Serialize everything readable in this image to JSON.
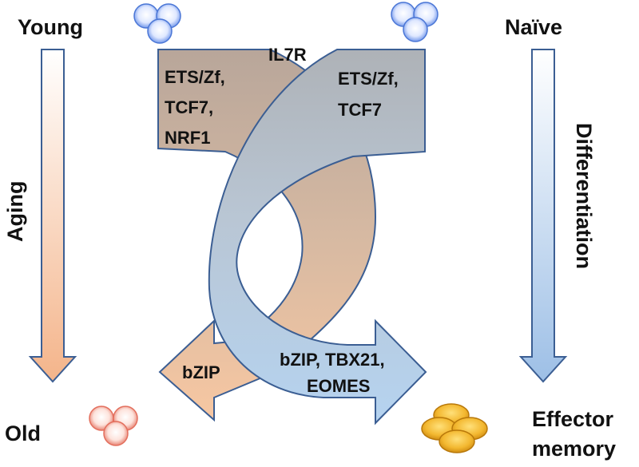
{
  "corners": {
    "top_left": "Young",
    "top_right": "Naïve",
    "bottom_left": "Old",
    "bottom_right_line1": "Effector",
    "bottom_right_line2": "memory"
  },
  "axes": {
    "left_label": "Aging",
    "right_label": "Differentiation"
  },
  "center_top_label": "IL7R",
  "ribbon_left": {
    "top_lines": [
      "ETS/Zf,",
      "TCF7,",
      "NRF1"
    ],
    "bottom_label": "bZIP",
    "colors": {
      "top": "#bfaea3",
      "bottom": "#f6c9a6"
    }
  },
  "ribbon_right": {
    "top_lines": [
      "ETS/Zf,",
      "TCF7"
    ],
    "bottom_lines": [
      "bZIP, TBX21,",
      "EOMES"
    ],
    "colors": {
      "top": "#b7bcc2",
      "bottom": "#b8d4ee"
    }
  },
  "cell_clusters": [
    {
      "id": "young-cells",
      "color": "#5b86e6"
    },
    {
      "id": "naive-cells",
      "color": "#5b86e6"
    },
    {
      "id": "old-cells",
      "color": "#e36e5c"
    },
    {
      "id": "effector-memory-cells",
      "color": "#e3a21b"
    }
  ],
  "colors": {
    "aging_arrow_top": "#ffffff",
    "aging_arrow_bottom": "#f4b48a",
    "diff_arrow_top": "#ffffff",
    "diff_arrow_bottom": "#9dbfe6",
    "outline": "#3b5e93"
  }
}
